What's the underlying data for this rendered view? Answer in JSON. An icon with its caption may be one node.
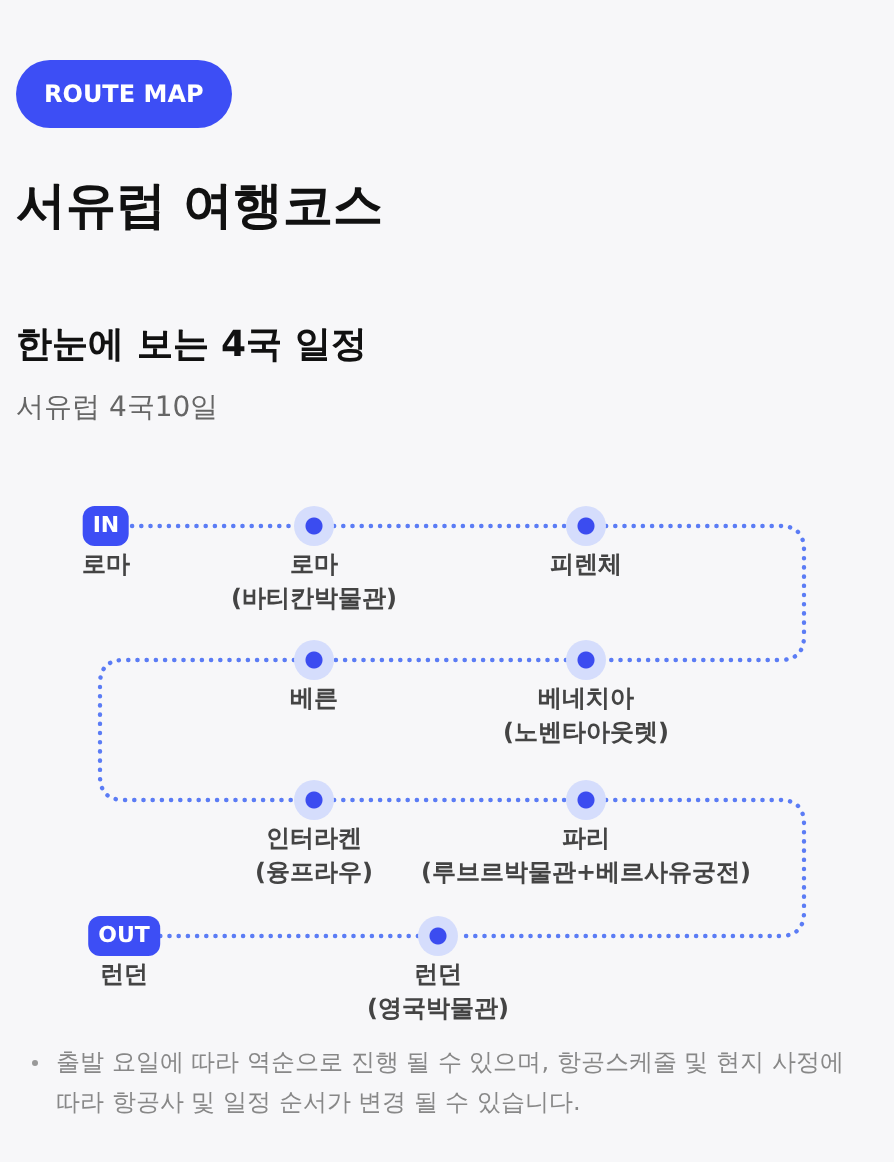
{
  "diagram": {
    "title": "서유럽 여행코스",
    "caption": "출발 요일에 따라 역순으로 진행 될 수 있으며, 항공스케줄 및 현지 사정에 따라 항공사 및 일정 순서가 변경 될 수 있습니다.",
    "nodes": [
      {
        "text": [
          "IN"
        ],
        "beside": [
          "로마"
        ]
      },
      {
        "text": [],
        "shape": "circle",
        "beside": [
          "로마 (바티칸박물관)"
        ]
      },
      {
        "text": [],
        "shape": "circle",
        "beside": [
          "피렌체"
        ]
      },
      {
        "text": [],
        "shape": "circle",
        "beside": [
          "베네치아 (노벤타아웃렛)"
        ]
      },
      {
        "text": [],
        "shape": "circle",
        "beside": [
          "베른"
        ]
      },
      {
        "text": [],
        "shape": "circle",
        "beside": [
          "인터라켄 (융프라우)"
        ]
      },
      {
        "text": [],
        "shape": "circle",
        "beside": [
          "파리 (루브르박물관+베르사유궁전)"
        ]
      },
      {
        "text": [],
        "shape": "circle",
        "beside": [
          "런던 (영국박물관)"
        ]
      },
      {
        "text": [
          "OUT"
        ],
        "beside": [
          "런던"
        ]
      }
    ],
    "edges": [
      {
        "from": 0,
        "to": 1,
        "arrow": "none",
        "style": "dashed"
      },
      {
        "from": 1,
        "to": 2,
        "arrow": "none",
        "style": "dashed"
      },
      {
        "from": 2,
        "to": 3,
        "arrow": "none",
        "style": "dashed"
      },
      {
        "from": 3,
        "to": 4,
        "arrow": "none",
        "style": "dashed"
      },
      {
        "from": 4,
        "to": 5,
        "arrow": "none",
        "style": "dashed"
      },
      {
        "from": 5,
        "to": 6,
        "arrow": "none",
        "style": "dashed"
      },
      {
        "from": 6,
        "to": 7,
        "arrow": "none",
        "style": "dashed"
      },
      {
        "from": 7,
        "to": 8,
        "arrow": "none",
        "style": "dashed"
      }
    ],
    "labels": [
      "ROUTE MAP",
      "한눈에 보는 4국 일정",
      "서유럽 4국10일"
    ]
  }
}
